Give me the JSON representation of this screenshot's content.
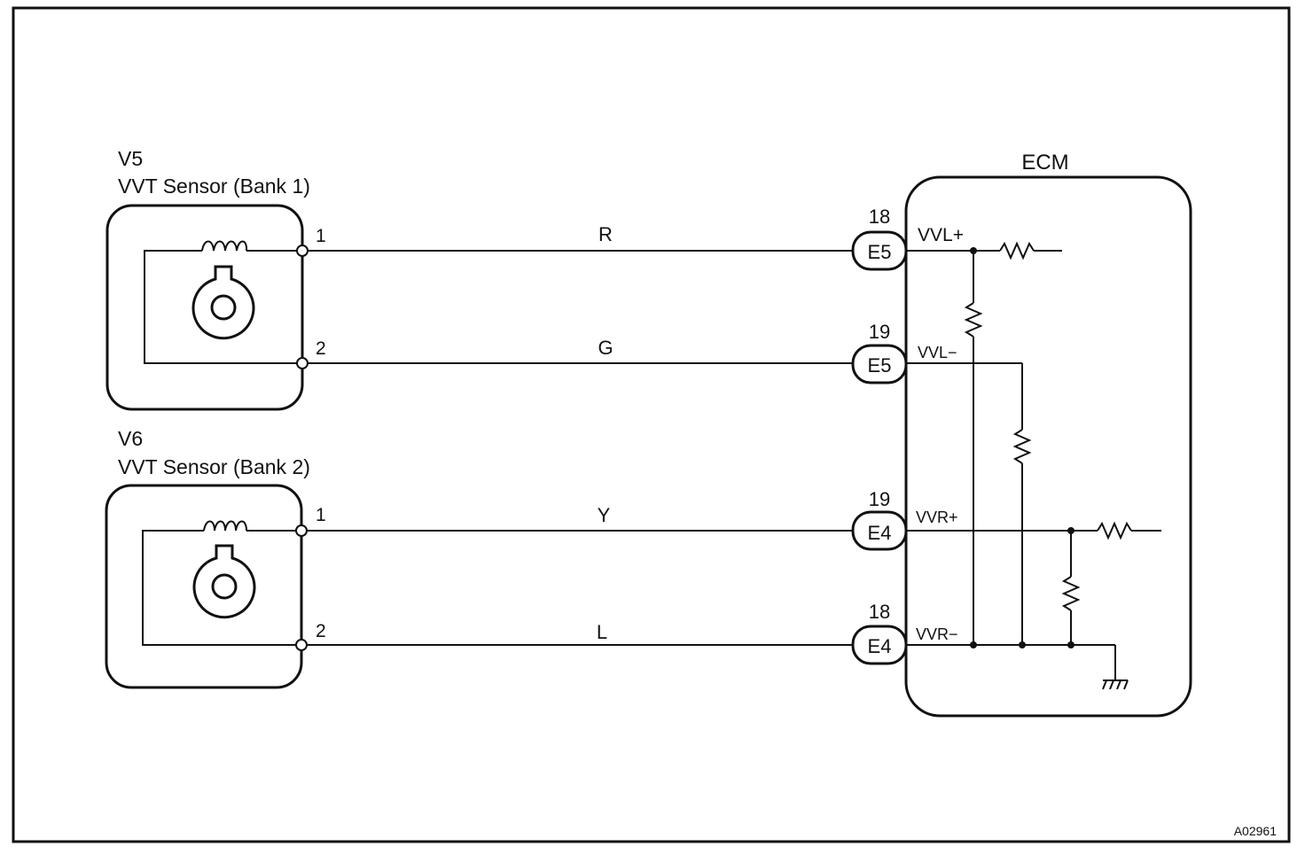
{
  "sensor_bank1": {
    "code": "V5",
    "name": "VVT Sensor (Bank 1)",
    "pin1": "1",
    "pin2": "2"
  },
  "sensor_bank2": {
    "code": "V6",
    "name": "VVT Sensor (Bank 2)",
    "pin1": "1",
    "pin2": "2"
  },
  "wires": {
    "w1": "R",
    "w2": "G",
    "w3": "Y",
    "w4": "L"
  },
  "ecm": {
    "label": "ECM",
    "connectors": [
      {
        "pin": "18",
        "connector": "E5",
        "terminal": "VVL+"
      },
      {
        "pin": "19",
        "connector": "E5",
        "terminal": "VVL−"
      },
      {
        "pin": "19",
        "connector": "E4",
        "terminal": "VVR+"
      },
      {
        "pin": "18",
        "connector": "E4",
        "terminal": "VVR−"
      }
    ]
  },
  "figure_id": "A02961"
}
